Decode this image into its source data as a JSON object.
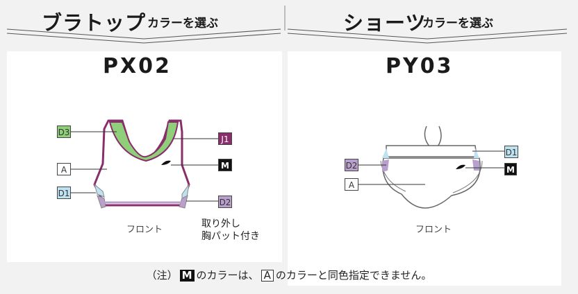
{
  "bra": {
    "title": "ブラトップ",
    "subtitle": "カラーを選ぶ",
    "model": "PX02",
    "labels": {
      "d3": "D3",
      "a": "A",
      "d1": "D1",
      "j1": "J1",
      "m": "M",
      "d2": "D2"
    },
    "front_caption": "フロント",
    "pad_caption_line1": "取り外し",
    "pad_caption_line2": "胸パット付き"
  },
  "shorts": {
    "title": "ショーツ",
    "subtitle": "カラーを選ぶ",
    "model": "PY03",
    "labels": {
      "d2": "D2",
      "a": "A",
      "d1": "D1",
      "m": "M"
    },
    "front_caption": "フロント"
  },
  "note": {
    "prefix": "（注）",
    "m_box": "M",
    "middle": "のカラーは、",
    "a_box": "A",
    "suffix": "のカラーと同色指定できません。"
  },
  "colors": {
    "background": "#f2f2f2",
    "panel": "#ffffff",
    "green": "#8fcf7a",
    "magenta": "#8a2d6b",
    "light_blue": "#bfe2f2",
    "lavender": "#b9a0cc",
    "black": "#111111"
  }
}
